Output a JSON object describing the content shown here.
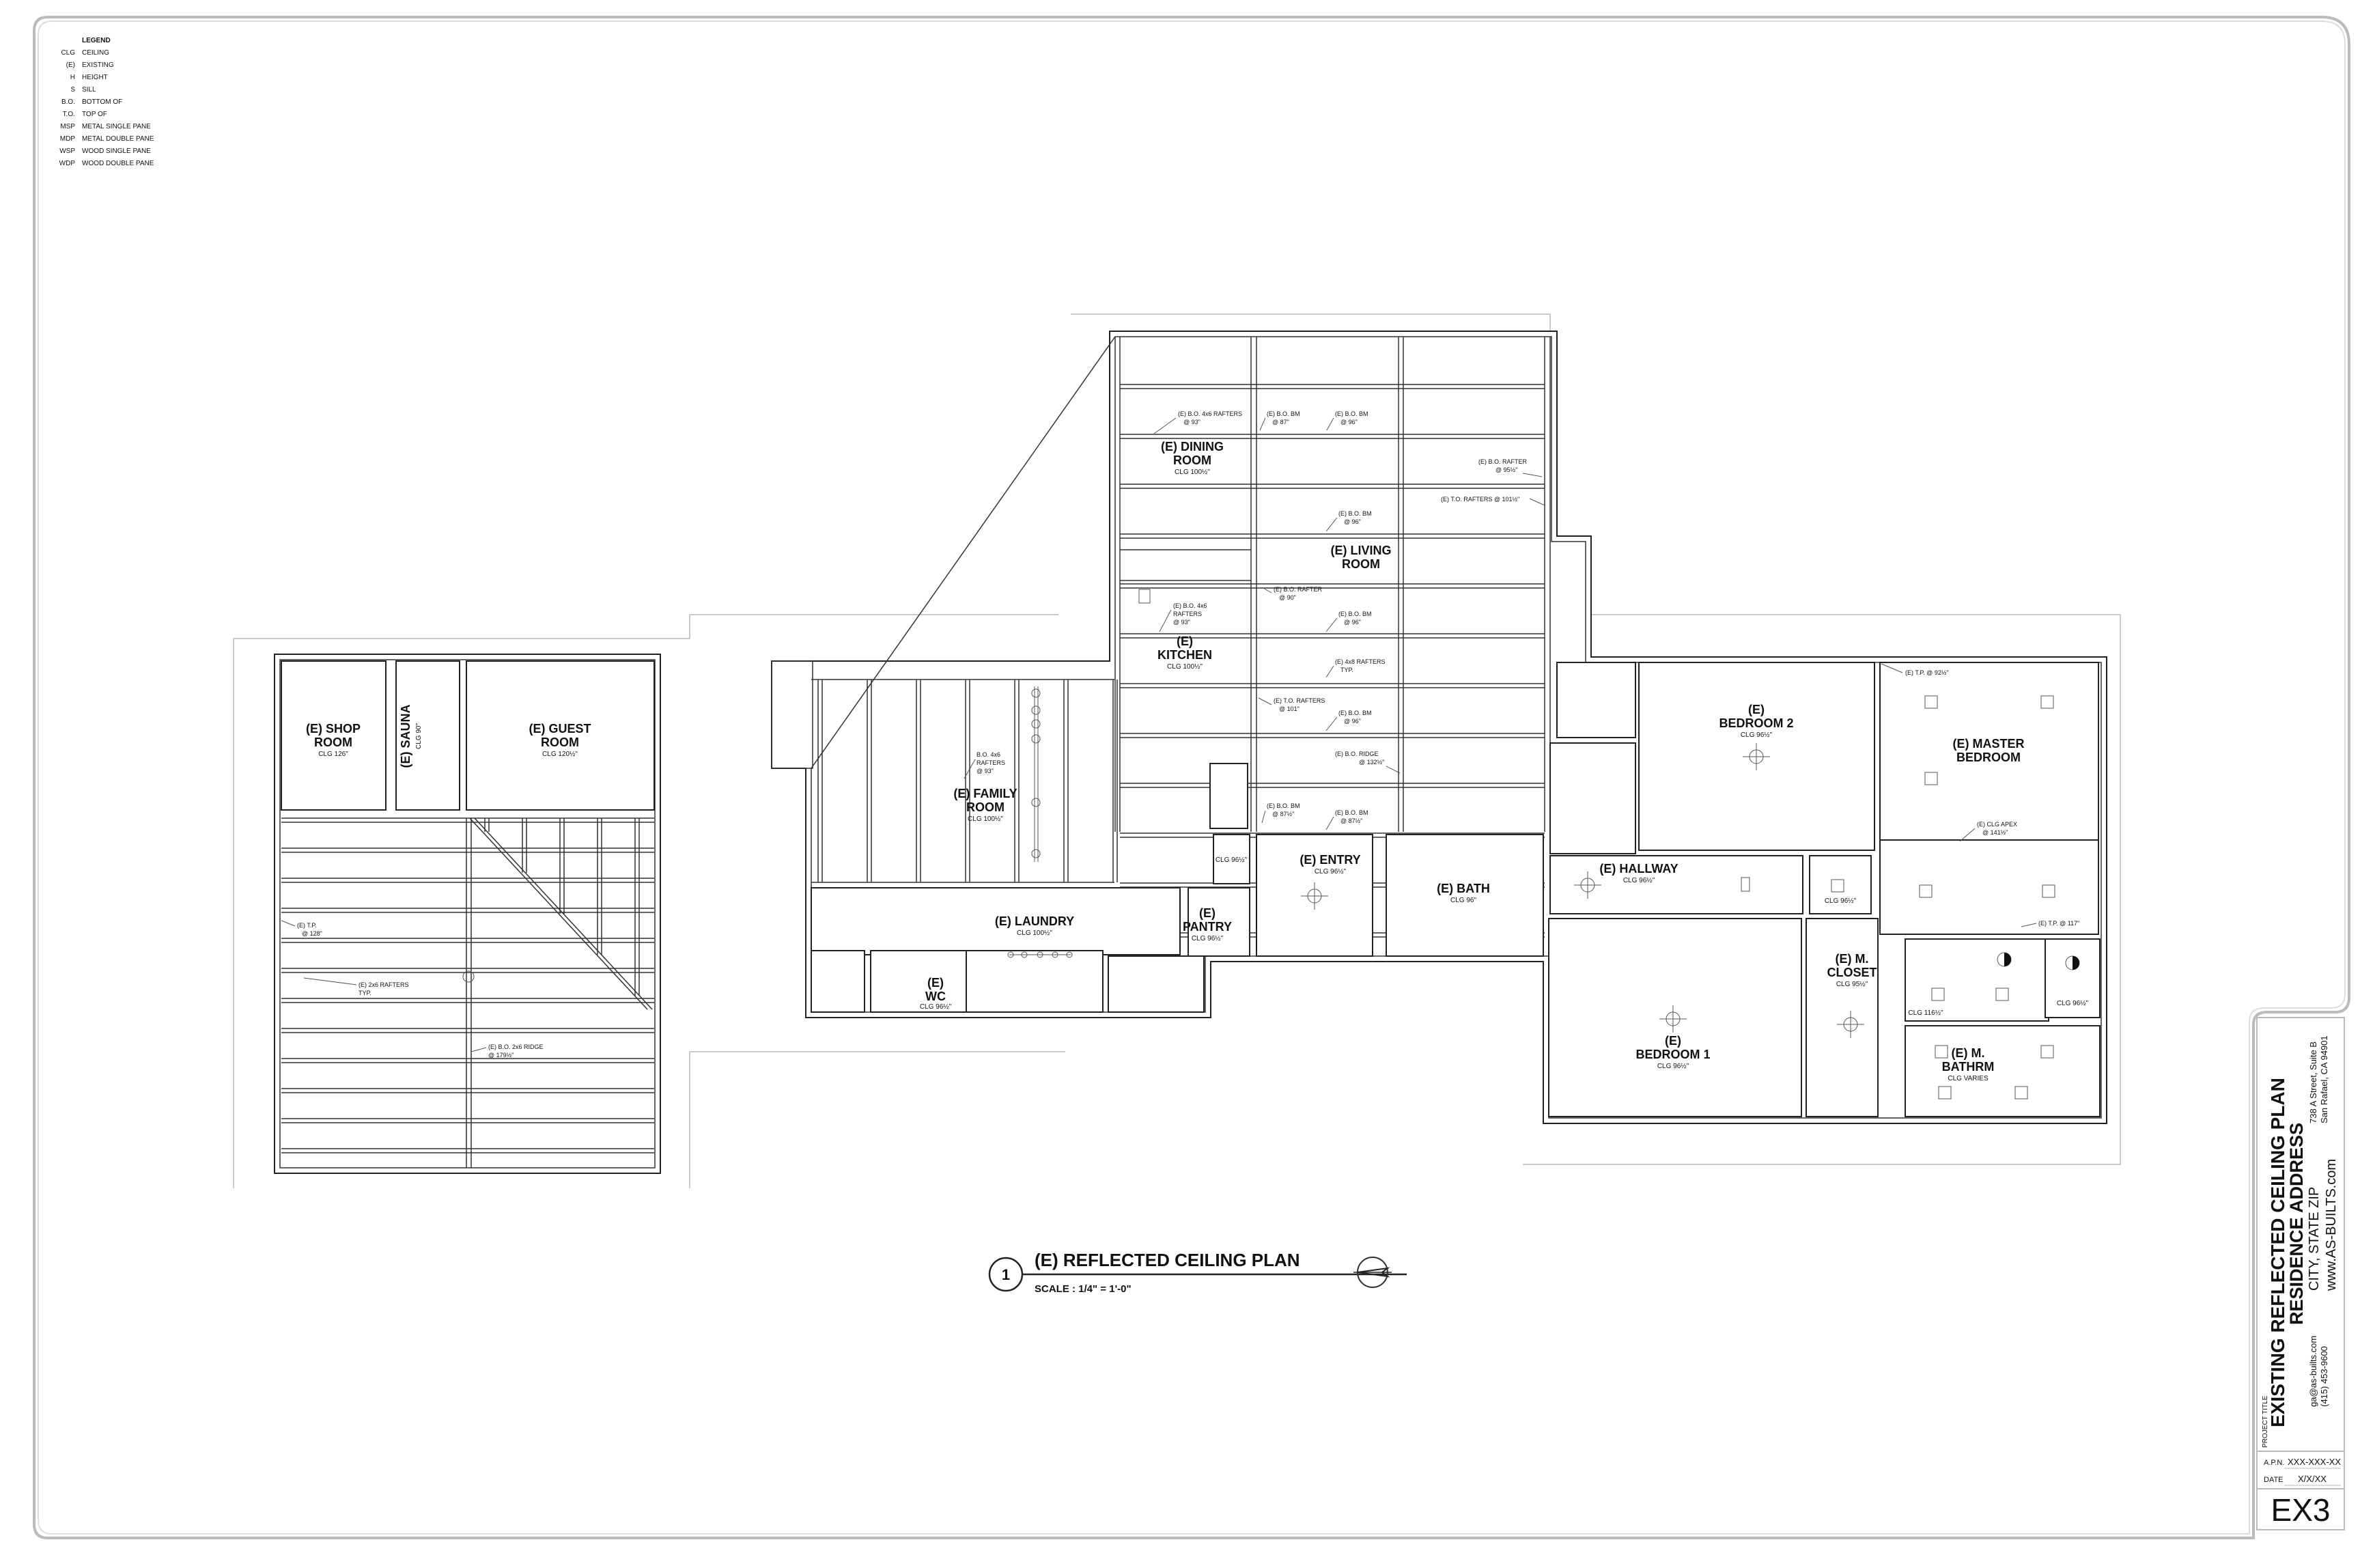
{
  "legend": {
    "title": "LEGEND",
    "items": [
      {
        "abbr": "CLG",
        "text": "CEILING"
      },
      {
        "abbr": "(E)",
        "text": "EXISTING"
      },
      {
        "abbr": "H",
        "text": "HEIGHT"
      },
      {
        "abbr": "S",
        "text": "SILL"
      },
      {
        "abbr": "B.O.",
        "text": "BOTTOM OF"
      },
      {
        "abbr": "T.O.",
        "text": "TOP OF"
      },
      {
        "abbr": "MSP",
        "text": "METAL SINGLE PANE"
      },
      {
        "abbr": "MDP",
        "text": "METAL DOUBLE PANE"
      },
      {
        "abbr": "WSP",
        "text": "WOOD SINGLE PANE"
      },
      {
        "abbr": "WDP",
        "text": "WOOD DOUBLE PANE"
      }
    ]
  },
  "rooms": {
    "shop": {
      "name1": "(E) SHOP",
      "name2": "ROOM",
      "clg": "CLG 126\""
    },
    "sauna": {
      "name": "(E) SAUNA",
      "clg": "CLG 90\""
    },
    "guest": {
      "name1": "(E) GUEST",
      "name2": "ROOM",
      "clg": "CLG 120½\""
    },
    "dining": {
      "name1": "(E) DINING",
      "name2": "ROOM",
      "clg": "CLG 100½\""
    },
    "living": {
      "name1": "(E) LIVING",
      "name2": "ROOM"
    },
    "kitchen": {
      "name1": "(E)",
      "name2": "KITCHEN",
      "clg": "CLG 100½\""
    },
    "family": {
      "name1": "(E) FAMILY",
      "name2": "ROOM",
      "clg": "CLG 100½\""
    },
    "laundry": {
      "name": "(E) LAUNDRY",
      "clg": "CLG 100½\""
    },
    "wc": {
      "name1": "(E)",
      "name2": "WC",
      "clg": "CLG 96½\""
    },
    "pantry": {
      "name1": "(E)",
      "name2": "PANTRY",
      "clg": "CLG 96½\""
    },
    "entry": {
      "name": "(E) ENTRY",
      "clg": "CLG 96½\""
    },
    "bath": {
      "name": "(E) BATH",
      "clg": "CLG 96\""
    },
    "closet_small": {
      "clg": "CLG 96½\""
    },
    "bedroom2": {
      "name1": "(E)",
      "name2": "BEDROOM 2",
      "clg": "CLG 96½\""
    },
    "master": {
      "name1": "(E) MASTER",
      "name2": "BEDROOM"
    },
    "hallway": {
      "name": "(E) HALLWAY",
      "clg": "CLG 96½\""
    },
    "hall_closet": {
      "clg": "CLG 96½\""
    },
    "bedroom1": {
      "name1": "(E)",
      "name2": "BEDROOM 1",
      "clg": "CLG 96½\""
    },
    "mcloset": {
      "name1": "(E) M.",
      "name2": "CLOSET",
      "clg": "CLG 95½\""
    },
    "mbath": {
      "name1": "(E) M.",
      "name2": "BATHRM",
      "clg": "CLG VARIES"
    },
    "mbath_a": {
      "clg": "CLG 116½\""
    },
    "mbath_b": {
      "clg": "CLG 96½\""
    }
  },
  "notes": {
    "n1a": "(E) B.O. 4x6 RAFTERS",
    "n1b": "@ 93\"",
    "n2a": "(E) B.O. BM",
    "n2b": "@ 87\"",
    "n3a": "(E) B.O. BM",
    "n3b": "@ 96\"",
    "n4a": "(E) B.O. RAFTER",
    "n4b": "@ 95½\"",
    "n5": "(E) T.O. RAFTERS @ 101½\"",
    "n6a": "(E) B.O. BM",
    "n6b": "@ 96\"",
    "n7a": "(E) B.O. RAFTER",
    "n7b": "@ 90\"",
    "n8a": "(E) B.O. 4x6",
    "n8b": "RAFTERS",
    "n8c": "@ 93\"",
    "n9a": "(E) B.O. BM",
    "n9b": "@ 96\"",
    "n10a": "(E) 4x8 RAFTERS",
    "n10b": "TYP.",
    "n11a": "(E) T.O. RAFTERS",
    "n11b": "@ 101\"",
    "n12a": "(E) B.O. BM",
    "n12b": "@ 96\"",
    "n13a": "(E) B.O. RIDGE",
    "n13b": "@ 132½\"",
    "n14a": "(E) B.O. BM",
    "n14b": "@ 87½\"",
    "n15a": "(E) B.O. BM",
    "n15b": "@ 87½\"",
    "n16a": "B.O. 4x6",
    "n16b": "RAFTERS",
    "n16c": "@ 93\"",
    "n17a": "(E) T.P.",
    "n17b": "@ 128\"",
    "n18a": "(E) 2x6 RAFTERS",
    "n18b": "TYP.",
    "n19a": "(E) B.O. 2x6 RIDGE",
    "n19b": "@ 179½\"",
    "n20": "(E) T.P. @ 92½\"",
    "n21a": "(E) CLG APEX",
    "n21b": "@ 141½\"",
    "n22": "(E) T.P. @ 117\""
  },
  "plan_title": {
    "number": "1",
    "title": "(E) REFLECTED CEILING PLAN",
    "scale": "SCALE : 1/4\" = 1'-0\""
  },
  "title_block": {
    "sheet_title": "EXISTING REFLECTED CEILING PLAN",
    "address": "RESIDENCE ADDRESS",
    "city": "CITY, STATE ZIP",
    "website": "www.AS-BUILTS.com",
    "street": "738 A Street, Suite B",
    "city_office": "San Rafael, CA 94901",
    "email": "ga@as-builts.com",
    "phone": "(415) 453-9600",
    "project_label": "PROJECT TITLE",
    "apn_label": "A.P.N.",
    "apn": "XXX-XXX-XX",
    "date_label": "DATE",
    "date": "X/X/XX",
    "sheet_number": "EX3"
  }
}
